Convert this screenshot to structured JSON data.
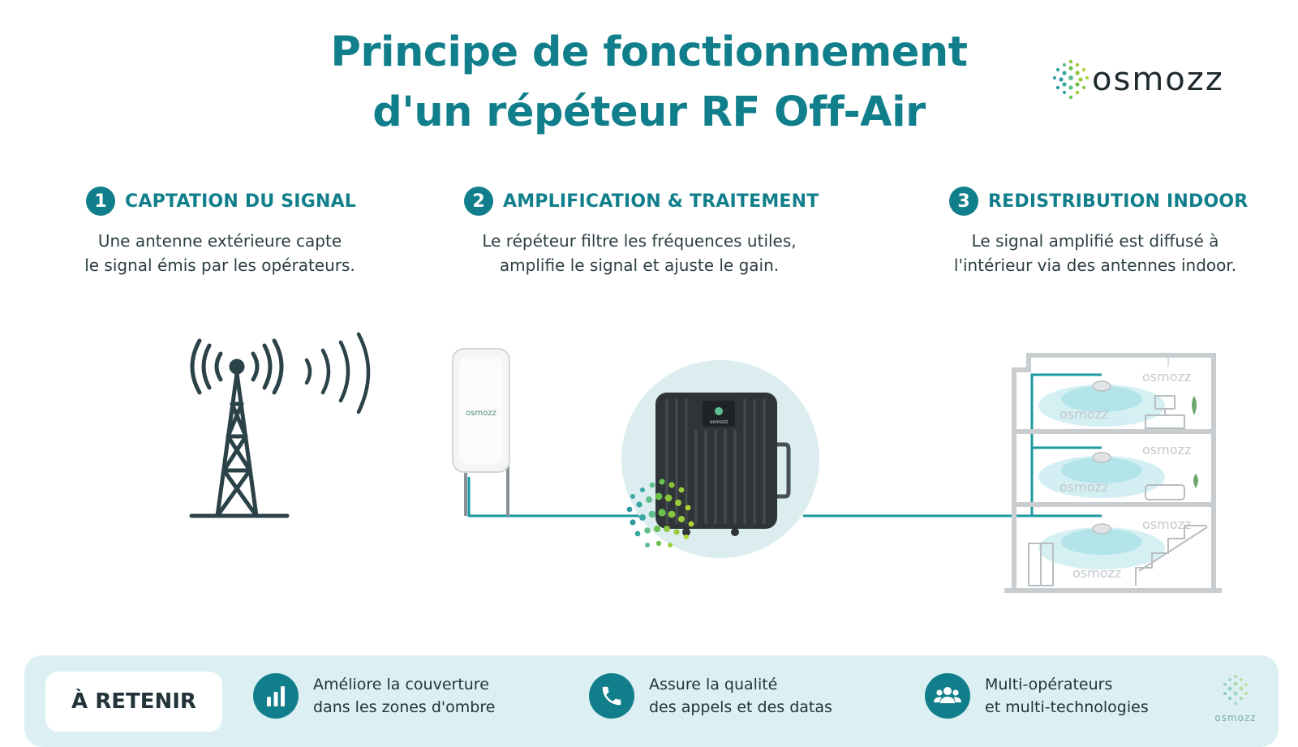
{
  "title": {
    "line1": "Principe de fonctionnement",
    "line2": "d'un répéteur RF Off-Air"
  },
  "brand": {
    "name": "osmozz",
    "colors": {
      "teal": "#117f8b",
      "dark": "#22343a",
      "panel": "#dcf0f3",
      "cable": "#1a9aa0"
    }
  },
  "steps": [
    {
      "number": "1",
      "label": "CAPTATION DU SIGNAL",
      "desc_line1": "Une antenne extérieure capte",
      "desc_line2": "le signal émis par les opérateurs."
    },
    {
      "number": "2",
      "label": "AMPLIFICATION & TRAITEMENT",
      "desc_line1": "Le répéteur filtre les fréquences utiles,",
      "desc_line2": "amplifie le signal et ajuste le gain."
    },
    {
      "number": "3",
      "label": "REDISTRIBUTION INDOOR",
      "desc_line1": "Le signal amplifié est diffusé à",
      "desc_line2": "l'intérieur via des antennes indoor."
    }
  ],
  "illustration": {
    "antenna_brand": "osmozz",
    "repeater_brand": "osmozz",
    "building_watermark": "osmozz",
    "icons": [
      "cell-tower-icon",
      "signal-waves-icon",
      "outdoor-antenna-icon",
      "repeater-icon",
      "building-icon"
    ]
  },
  "retain": {
    "label": "À RETENIR",
    "features": [
      {
        "icon": "bar-chart-icon",
        "line1": "Améliore la couverture",
        "line2": "dans les zones d'ombre"
      },
      {
        "icon": "phone-icon",
        "line1": "Assure la qualité",
        "line2": "des appels et des datas"
      },
      {
        "icon": "users-icon",
        "line1": "Multi-opérateurs",
        "line2": "et multi-technologies"
      }
    ],
    "mini_logo": "osmozz"
  }
}
